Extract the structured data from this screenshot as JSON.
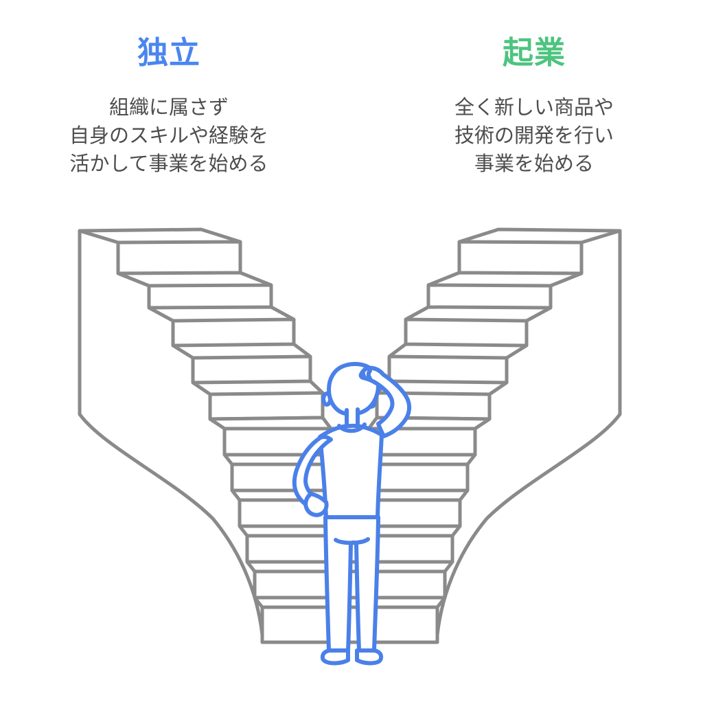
{
  "colors": {
    "title_left": "#4a86ee",
    "title_right": "#4dc47f",
    "body_text": "#4d4d4d",
    "stairs_outline": "#8a8a8a",
    "person_outline": "#4a80e8",
    "page_bg": "#ffffff"
  },
  "left_option": {
    "title": "独立",
    "description_lines": [
      "組織に属さず",
      "自身のスキルや経験を",
      "活かして事業を始める"
    ]
  },
  "right_option": {
    "title": "起業",
    "description_lines": [
      "全く新しい商品や",
      "技術の開発を行い",
      "事業を始める"
    ]
  },
  "illustration": {
    "alt": "Person standing at the bottom of a forked staircase, scratching their head while choosing between the left and right flights"
  }
}
